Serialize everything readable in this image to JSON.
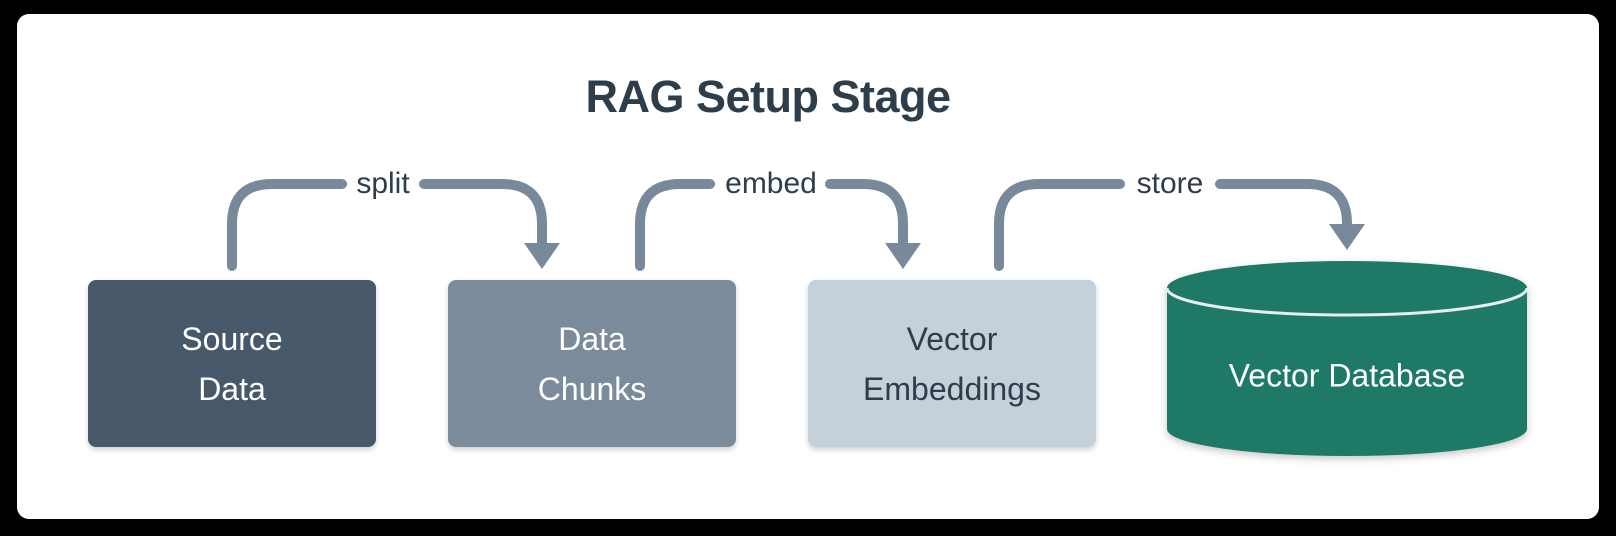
{
  "page": {
    "frame_color": "#000000",
    "canvas_color": "#ffffff"
  },
  "diagram": {
    "title": "RAG Setup Stage",
    "nodes": [
      {
        "label": "Source\nData",
        "shape": "rectangle",
        "fill": "#47586a",
        "text_color": "#ffffff"
      },
      {
        "label": "Data\nChunks",
        "shape": "rectangle",
        "fill": "#7c8b9b",
        "text_color": "#ffffff"
      },
      {
        "label": "Vector\nEmbeddings",
        "shape": "rectangle",
        "fill": "#c5d1da",
        "text_color": "#2e3d4a"
      },
      {
        "label": "Vector Database",
        "shape": "cylinder",
        "fill": "#1e7a66",
        "text_color": "#ffffff"
      }
    ],
    "edges": [
      {
        "label": "split",
        "from": "Source Data",
        "to": "Data Chunks"
      },
      {
        "label": "embed",
        "from": "Data Chunks",
        "to": "Vector Embeddings"
      },
      {
        "label": "store",
        "from": "Vector Embeddings",
        "to": "Vector Database"
      }
    ],
    "colors": {
      "arrow": "#78899c",
      "edge_label_text": "#2e3d4a",
      "title_text": "#2e3d4a",
      "cylinder_rim": "#e8eced"
    }
  }
}
